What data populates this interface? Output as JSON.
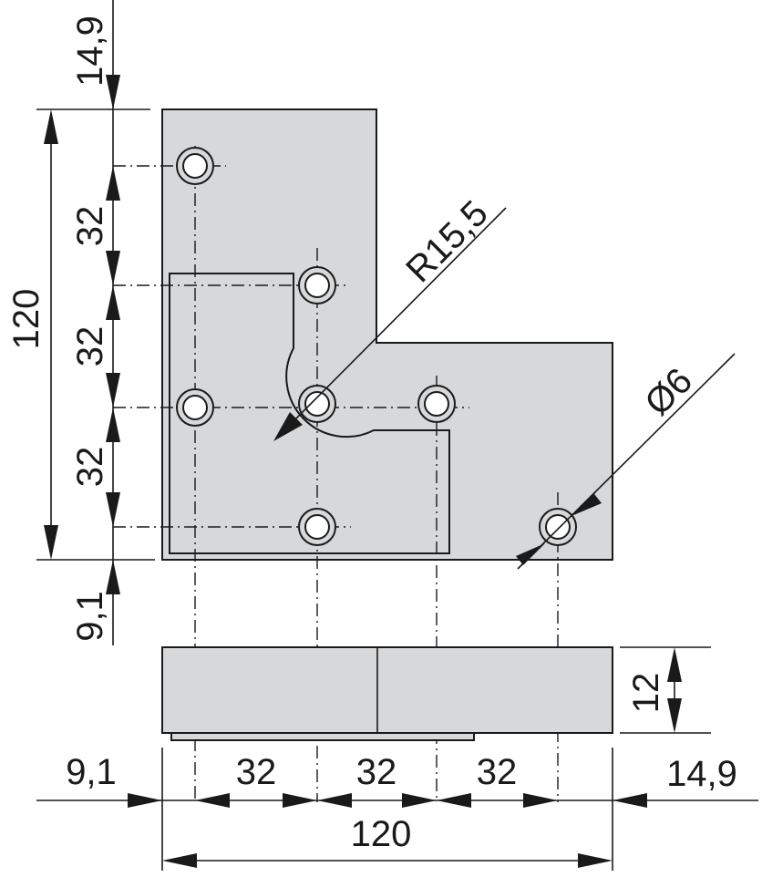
{
  "dimensions": {
    "top_offset": "14,9",
    "left_height_total": "120",
    "left_spacing_1": "32",
    "left_spacing_2": "32",
    "left_spacing_3": "32",
    "bottom_offset": "9,1",
    "radius": "R15,5",
    "hole_diameter": "Ø6",
    "side_height": "12",
    "bottom_left_offset": "9,1",
    "bottom_spacing_1": "32",
    "bottom_spacing_2": "32",
    "bottom_spacing_3": "32",
    "bottom_right_offset": "14,9",
    "bottom_width_total": "120"
  },
  "colors": {
    "part_fill": "#d6d8da",
    "line": "#1a1a1a",
    "background": "#ffffff"
  }
}
